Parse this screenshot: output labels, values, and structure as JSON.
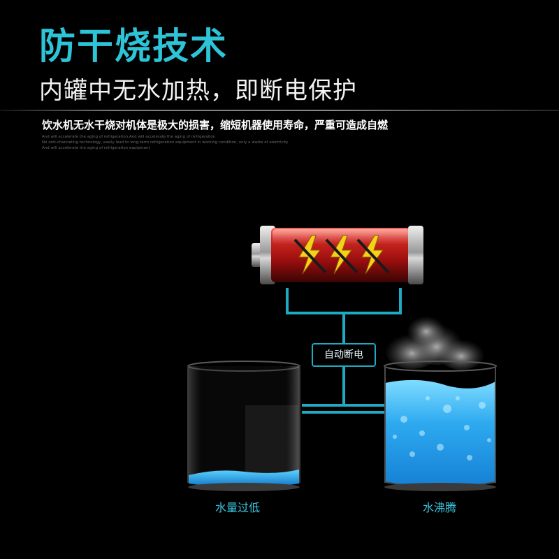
{
  "header": {
    "title": "防干烧技术",
    "subtitle": "内罐中无水加热，即断电保护",
    "description": "饮水机无水干烧对机体是极大的损害，缩短机器使用寿命，严重可造成自燃",
    "fine_print": [
      "And will accelerate the aging of refrigeration,And will accelerate the aging of refrigeration",
      "No anti-channeling technology, easily lead to long-term refrigeration equipment in working condition, only a waste of electricity",
      "And will accelerate the aging of refrigeration equipment"
    ]
  },
  "diagram": {
    "badge_label": "自动断电",
    "left_cup_label": "水量过低",
    "right_cup_label": "水沸腾",
    "icons": [
      "battery-icon",
      "lightning-bolt-icon",
      "cup-icon",
      "steam-icon"
    ]
  },
  "colors": {
    "accent": "#2ec4d8",
    "line": "#1fa9c2",
    "battery_red": "#b01a1a",
    "bolt_yellow": "#f6d11a",
    "water_blue": "#27a8e8",
    "background": "#000000"
  }
}
